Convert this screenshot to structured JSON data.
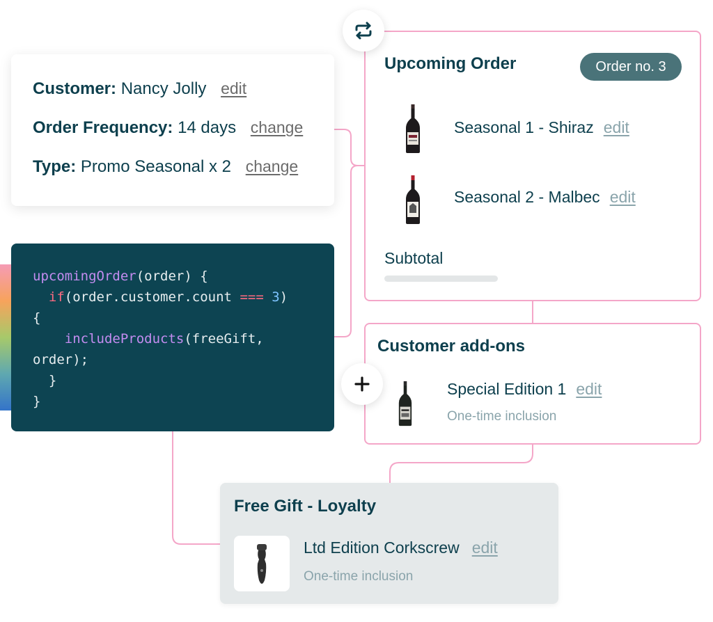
{
  "customer_card": {
    "customer_label": "Customer:",
    "customer_value": "Nancy Jolly",
    "customer_edit": "edit",
    "frequency_label": "Order Frequency:",
    "frequency_value": "14 days",
    "frequency_change": "change",
    "type_label": "Type:",
    "type_value": "Promo Seasonal x 2",
    "type_change": "change"
  },
  "code": {
    "lines": [
      [
        {
          "t": "upcomingOrder",
          "c": "fn"
        },
        {
          "t": "(order) {",
          "c": ""
        }
      ],
      [
        {
          "t": "  ",
          "c": ""
        },
        {
          "t": "if",
          "c": "kw"
        },
        {
          "t": "(order.customer.count ",
          "c": ""
        },
        {
          "t": "===",
          "c": "kw"
        },
        {
          "t": " ",
          "c": ""
        },
        {
          "t": "3",
          "c": "num"
        },
        {
          "t": ")",
          "c": ""
        }
      ],
      [
        {
          "t": "{",
          "c": ""
        }
      ],
      [
        {
          "t": "    ",
          "c": ""
        },
        {
          "t": "includeProducts",
          "c": "fn"
        },
        {
          "t": "(freeGift,",
          "c": ""
        }
      ],
      [
        {
          "t": "order);",
          "c": ""
        }
      ],
      [
        {
          "t": "  }",
          "c": ""
        }
      ],
      [
        {
          "t": "}",
          "c": ""
        }
      ]
    ]
  },
  "upcoming_order": {
    "title": "Upcoming Order",
    "badge": "Order no. 3",
    "products": [
      {
        "name": "Seasonal 1 - Shiraz",
        "edit": "edit",
        "icon": "wine-bottle-icon"
      },
      {
        "name": "Seasonal 2 - Malbec",
        "edit": "edit",
        "icon": "wine-bottle-icon"
      }
    ],
    "subtotal_label": "Subtotal"
  },
  "addons": {
    "title": "Customer add-ons",
    "product_name": "Special Edition 1",
    "edit": "edit",
    "note": "One-time inclusion"
  },
  "free_gift": {
    "title": "Free Gift - Loyalty",
    "product_name": "Ltd Edition Corkscrew",
    "edit": "edit",
    "note": "One-time inclusion"
  },
  "icons": {
    "sync": "sync-arrows-icon",
    "add": "plus-icon",
    "corkscrew": "corkscrew-icon"
  },
  "colors": {
    "text": "#0d3f4d",
    "connector": "#f4a6c8",
    "code_bg": "#0d4452",
    "badge_bg": "#4a7379",
    "muted": "#8aa4ab"
  }
}
